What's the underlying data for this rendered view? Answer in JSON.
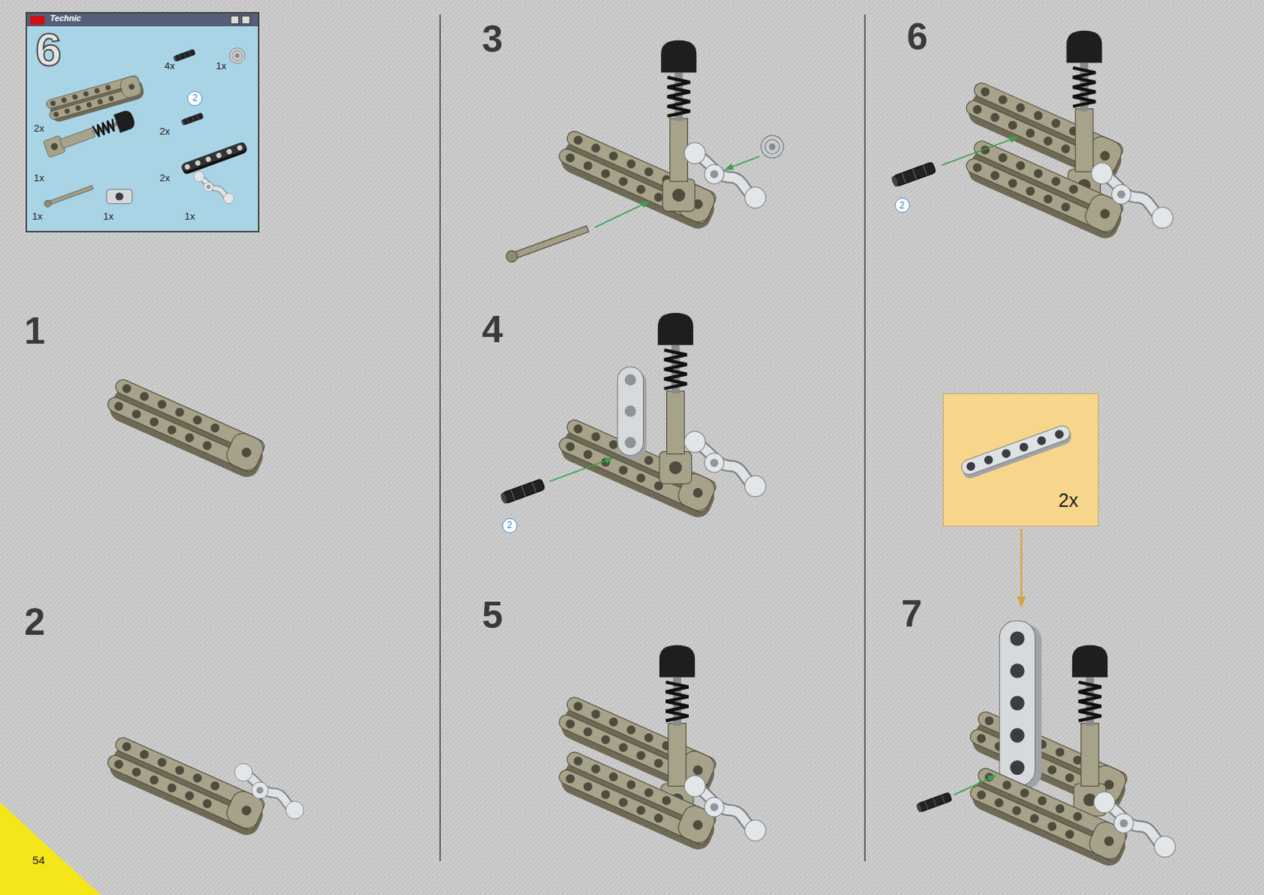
{
  "diagram": {
    "nodes": [
      {
        "text": [
          "Technic",
          "6",
          "4x",
          "1x",
          "2x",
          "2x",
          "1x",
          "2x",
          "1x",
          "1x",
          "1x"
        ]
      },
      {
        "text": [
          "2"
        ],
        "in": 0
      },
      {
        "text": [
          "2"
        ]
      },
      {
        "text": [
          "2"
        ]
      },
      {
        "text": [
          "2x"
        ]
      }
    ],
    "labels": [
      "1",
      "2",
      "3",
      "4",
      "5",
      "6",
      "7",
      "54"
    ]
  }
}
